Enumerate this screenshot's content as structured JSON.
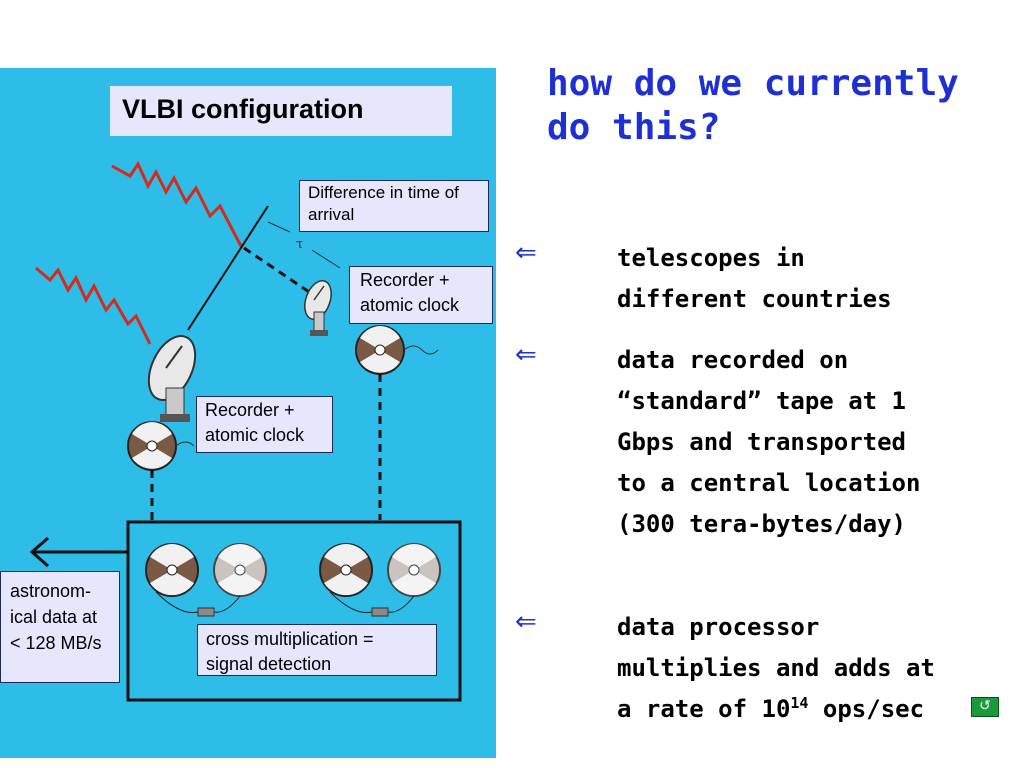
{
  "diagram": {
    "title": "VLBI configuration",
    "diff_label": "Difference in time of\n arrival",
    "tau_symbol": "τ",
    "recorder_label_1": "Recorder +\natomic clock",
    "recorder_label_2": "Recorder +\natomic clock",
    "processor_label": "cross multiplication =\nsignal detection",
    "output_label": "astronom-\nical data at\n< 128 MB/s"
  },
  "heading": "how do we currently\ndo this?",
  "bullets": [
    {
      "arrow": "⇐",
      "text": "telescopes in\ndifferent countries"
    },
    {
      "arrow": "⇐",
      "text": "data recorded on\n“standard” tape at 1\nGbps and transported\nto a central location\n(300 tera-bytes/day)"
    },
    {
      "arrow": "⇐",
      "text_pre": " data processor\nmultiplies and adds at\na rate of 10",
      "text_sup": "14",
      "text_post": " ops/sec"
    }
  ],
  "colors": {
    "heading": "#1f2fd6",
    "panel": "#2dbde8",
    "label_bg": "#e6e6fc",
    "wave": "#d62a1a"
  },
  "nav_icon": "return-icon"
}
